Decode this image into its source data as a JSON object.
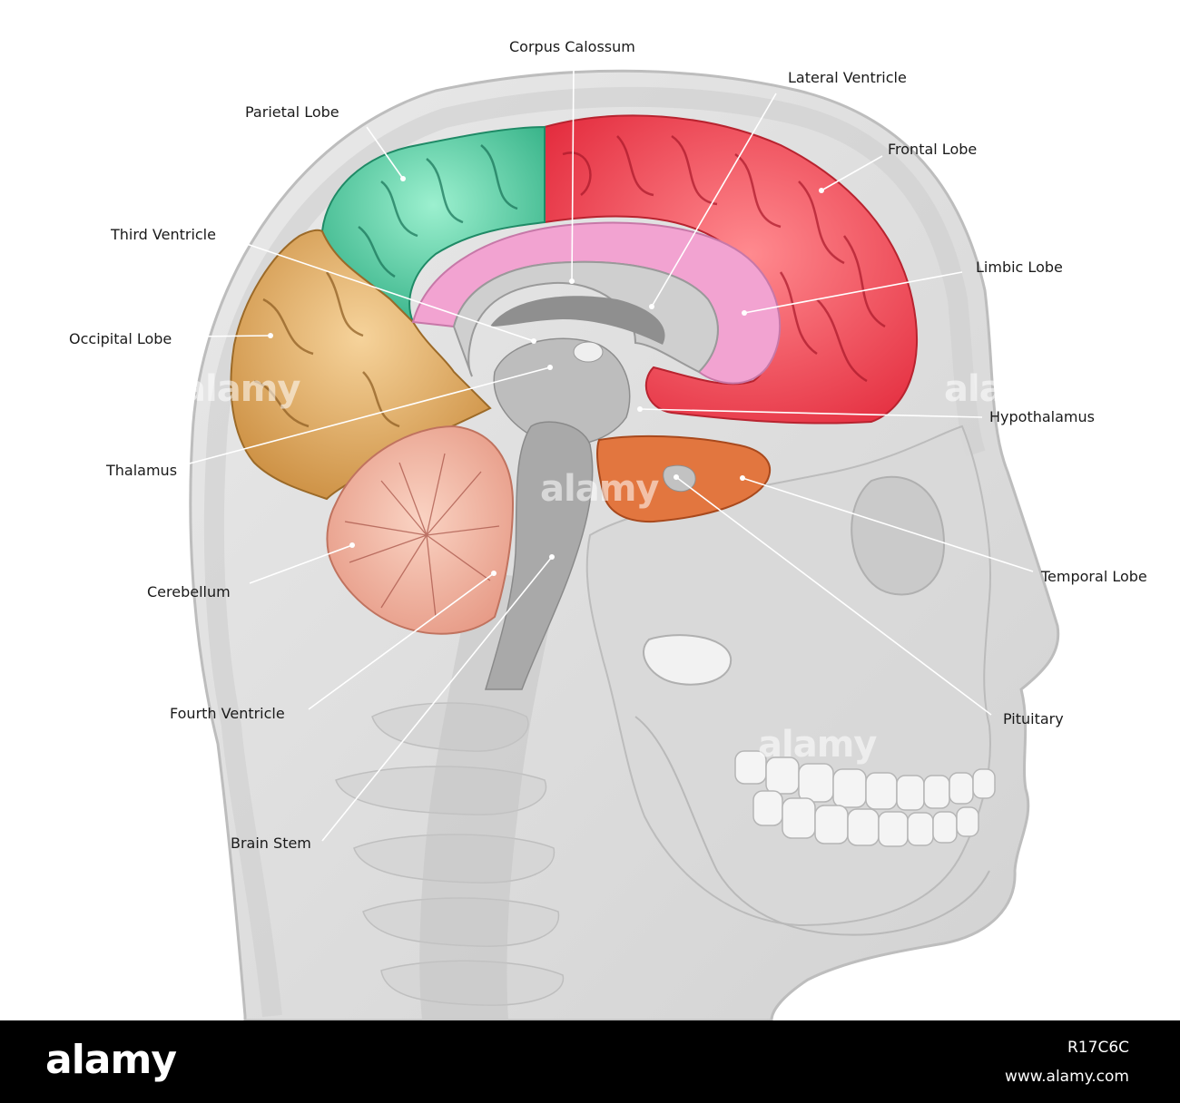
{
  "labels": {
    "corpus_callosum": "Corpus Calossum",
    "lateral_ventricle": "Lateral Ventricle",
    "parietal_lobe": "Parietal Lobe",
    "frontal_lobe": "Frontal Lobe",
    "third_ventricle": "Third Ventricle",
    "limbic_lobe": "Limbic Lobe",
    "occipital_lobe": "Occipital Lobe",
    "hypothalamus": "Hypothalamus",
    "thalamus": "Thalamus",
    "temporal_lobe": "Temporal Lobe",
    "cerebellum": "Cerebellum",
    "pituitary": "Pituitary",
    "fourth_ventricle": "Fourth Ventricle",
    "brain_stem": "Brain Stem"
  },
  "watermark": "alamy",
  "footer": {
    "logo": "alamy",
    "image_id": "R17C6C",
    "url": "www.alamy.com"
  },
  "colors": {
    "frontal": "#f0414f",
    "parietal": "#4fd7a6",
    "occipital": "#e6b06a",
    "limbic": "#f2a0d0",
    "temporal": "#e4713a",
    "cerebellum": "#f3b7a6",
    "head": "#dcdcdc",
    "skull": "#c9c9c9"
  }
}
